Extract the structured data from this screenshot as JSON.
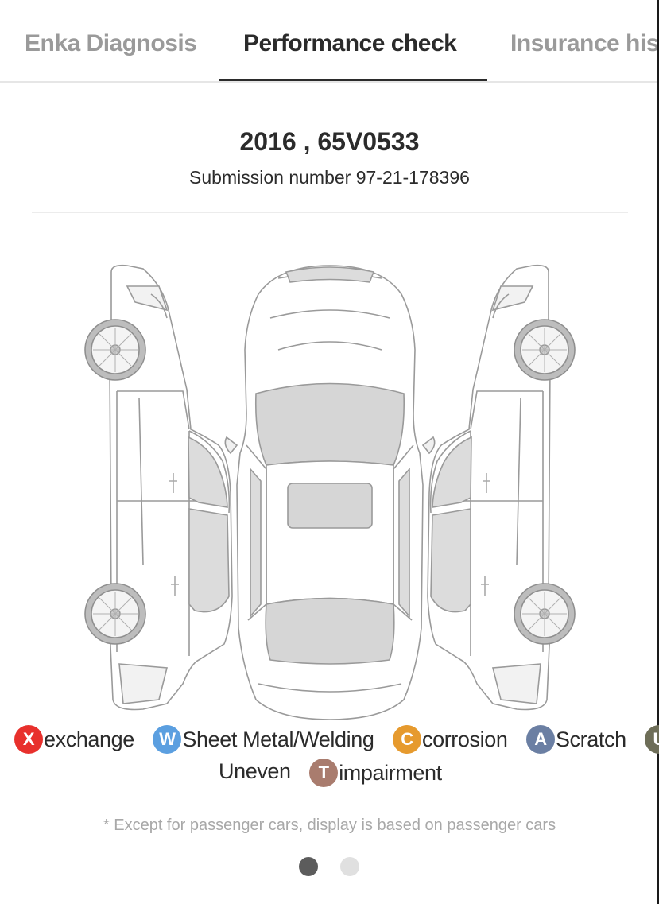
{
  "tabs": [
    {
      "label": "Enka Diagnosis"
    },
    {
      "label": "Performance check"
    },
    {
      "label": "Insurance his"
    }
  ],
  "header": {
    "title": "2016 , 65V0533",
    "submission": "Submission number 97-21-178396"
  },
  "legend": [
    {
      "letter": "X",
      "label": "exchange",
      "color": "#e8302c"
    },
    {
      "letter": "W",
      "label": "Sheet Metal/Welding",
      "color": "#5b9fe0"
    },
    {
      "letter": "C",
      "label": "corrosion",
      "color": "#e69a2e"
    },
    {
      "letter": "A",
      "label": "Scratch",
      "color": "#6b7fa3"
    },
    {
      "letter": "U",
      "label": "Uneven",
      "color": "#6e6e58"
    },
    {
      "letter": "T",
      "label": "impairment",
      "color": "#a97c6e"
    }
  ],
  "note": "* Except for passenger cars, display is based on passenger cars",
  "pagination": {
    "active_color": "#5c5c5c",
    "inactive_color": "#e0e0e0"
  }
}
